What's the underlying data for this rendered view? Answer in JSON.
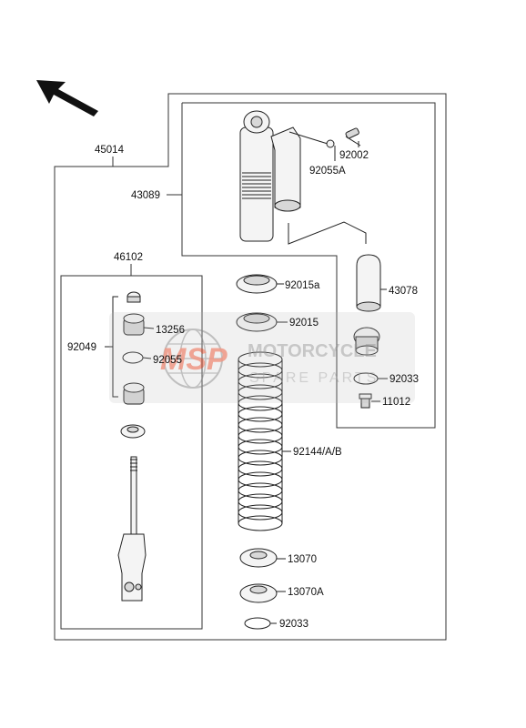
{
  "labels": {
    "assembly": "45014",
    "reservoir_assy": "43089",
    "cap_bolt": "92002",
    "oring_small": "92055A",
    "reservoir_bladder": "43078",
    "rod_assy": "46102",
    "bushing_kit": "92049",
    "bushing": "13256",
    "oring": "92055",
    "adjuster_top": "92015a",
    "adjuster_nut": "92015",
    "spring": "92144/A/B",
    "seat": "13070",
    "seat_a": "13070A",
    "circlip": "92033",
    "circlip_2": "92033",
    "valve": "11012"
  },
  "watermark": {
    "logo": "MSP",
    "line1": "MOTORCYCLE",
    "line2": "SPARE PARTS"
  }
}
